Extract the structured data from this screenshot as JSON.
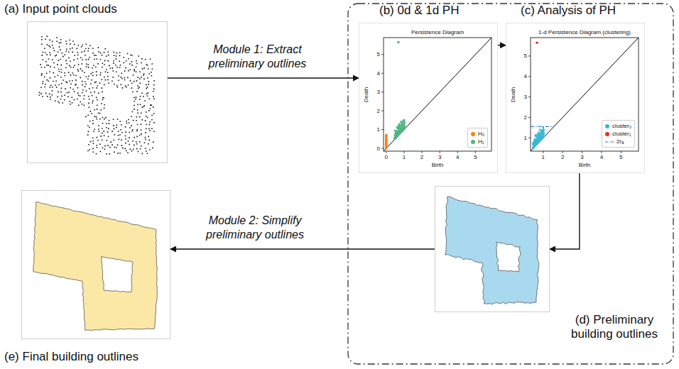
{
  "diagram": {
    "nodes": [
      {
        "text": [
          "(a) Input point clouds"
        ]
      },
      {
        "text": [
          "(b) 0d & 1d PH",
          "Persistence Diagram"
        ]
      },
      {
        "text": [
          "(c) Analysis of PH",
          "1-d Persistence Diagram (clustering)"
        ]
      },
      {
        "text": [
          "(d) Preliminary building outlines"
        ]
      },
      {
        "text": [
          "(e) Final building outlines"
        ]
      }
    ],
    "edges": [
      {
        "from": 0,
        "to": 1,
        "arrow": "to",
        "label": "Module 1: Extract preliminary outlines"
      },
      {
        "from": 1,
        "to": 2,
        "arrow": "to"
      },
      {
        "from": 2,
        "to": 3,
        "arrow": "to"
      },
      {
        "from": 3,
        "to": 4,
        "arrow": "to",
        "label": "Module 2: Simplify preliminary outlines"
      }
    ],
    "labels": [
      "Death",
      "Birth",
      "0",
      "1",
      "2",
      "3",
      "4",
      "5",
      "0",
      "1",
      "2",
      "3",
      "4",
      "5",
      "Death",
      "Birth",
      "1",
      "2",
      "3",
      "4",
      "5",
      "1",
      "2",
      "3",
      "4",
      "5"
    ],
    "legend": [
      {
        "text": "H₀",
        "color": "#ff7f0e"
      },
      {
        "text": "H₁",
        "color": "#4fb683"
      },
      {
        "text": "cluster₀",
        "color": "#3ab7d4"
      },
      {
        "text": "cluster₁",
        "color": "#e8321e"
      },
      {
        "text": "2rₐ"
      }
    ]
  }
}
